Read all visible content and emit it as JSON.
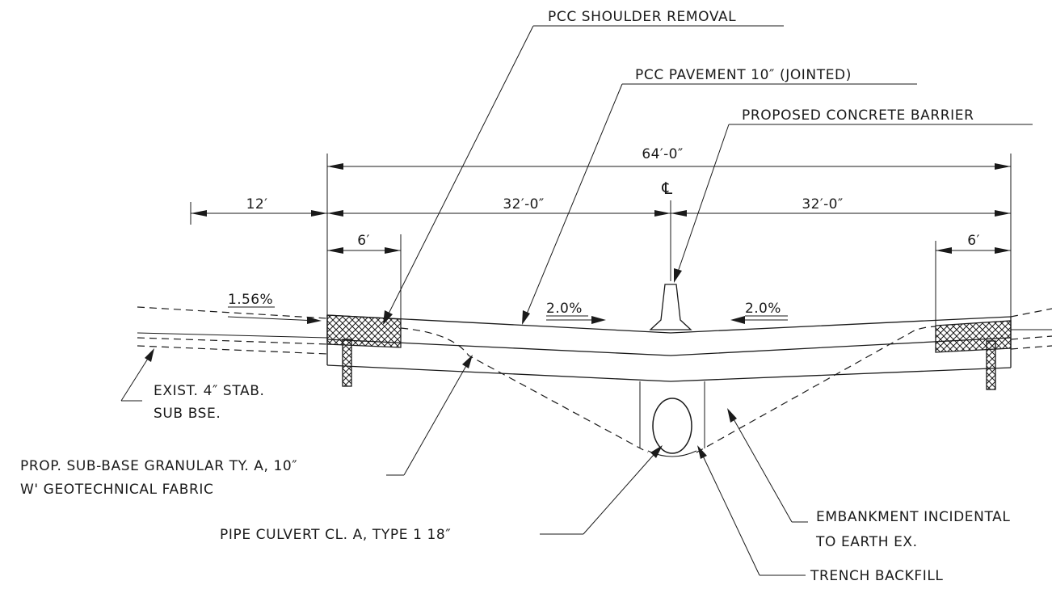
{
  "labels": {
    "pcc_shoulder_removal": "PCC SHOULDER REMOVAL",
    "pcc_pavement": "PCC PAVEMENT 10″ (JOINTED)",
    "proposed_barrier": "PROPOSED CONCRETE BARRIER",
    "exist_base_line1": "EXIST. 4″ STAB.",
    "exist_base_line2": "SUB BSE.",
    "subbase_line1": "PROP. SUB-BASE GRANULAR TY. A, 10″",
    "subbase_line2": "W' GEOTECHNICAL FABRIC",
    "pipe_culvert": "PIPE CULVERT CL. A, TYPE 1 18″",
    "embankment_line1": "EMBANKMENT INCIDENTAL",
    "embankment_line2": "TO EARTH EX.",
    "trench_backfill": "TRENCH BACKFILL"
  },
  "dimensions": {
    "total_width": "64′-0″",
    "left_half": "32′-0″",
    "right_half": "32′-0″",
    "left_offset": "12′",
    "left_shoulder": "6′",
    "right_shoulder": "6′",
    "centerline": "℄"
  },
  "slopes": {
    "outer_left": "1.56%",
    "left_lane": "2.0%",
    "right_lane": "2.0%"
  }
}
